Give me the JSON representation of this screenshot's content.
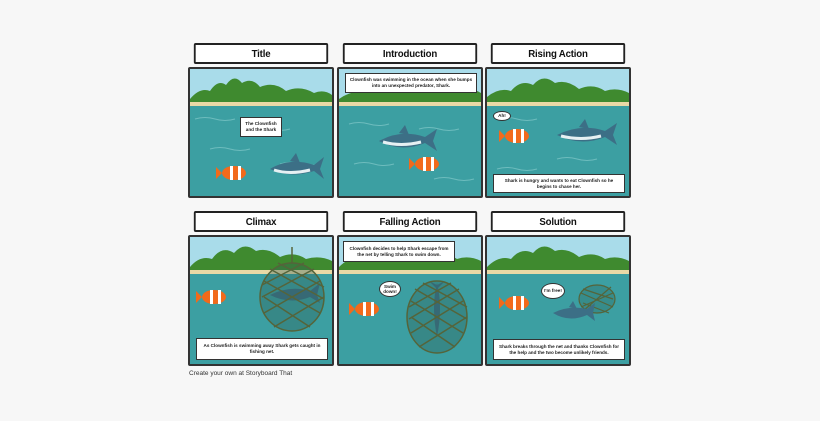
{
  "panels": [
    {
      "header": "Title",
      "caption": "The Clownfish and the Shark",
      "bubble": ""
    },
    {
      "header": "Introduction",
      "caption": "Clownfish was swimming in the ocean when she bumps into an unexpected predator, Shark.",
      "bubble": ""
    },
    {
      "header": "Rising Action",
      "caption": "Shark is hungry and wants to eat Clownfish so he begins to chase her.",
      "bubble": "Ah!"
    },
    {
      "header": "Climax",
      "caption": "As Clownfish is swimming away Shark gets caught in fishing net.",
      "bubble": ""
    },
    {
      "header": "Falling Action",
      "caption": "Clownfish decides to help Shark escape from the net by telling Shark to swim down.",
      "bubble": "Swim down!"
    },
    {
      "header": "Solution",
      "caption": "Shark breaks through the net and thanks Clownfish for the help and the two become unlikely friends.",
      "bubble": "I'm free!"
    }
  ],
  "footer": "Create your own at Storyboard That",
  "colors": {
    "sky": "#a9dcea",
    "sea": "#3c9fa2",
    "island": "#3f8a2f",
    "sand": "#e9d9a6",
    "clownfish": "#f26a1b",
    "shark": "#3c6f86",
    "net": "#5b6b3a"
  }
}
